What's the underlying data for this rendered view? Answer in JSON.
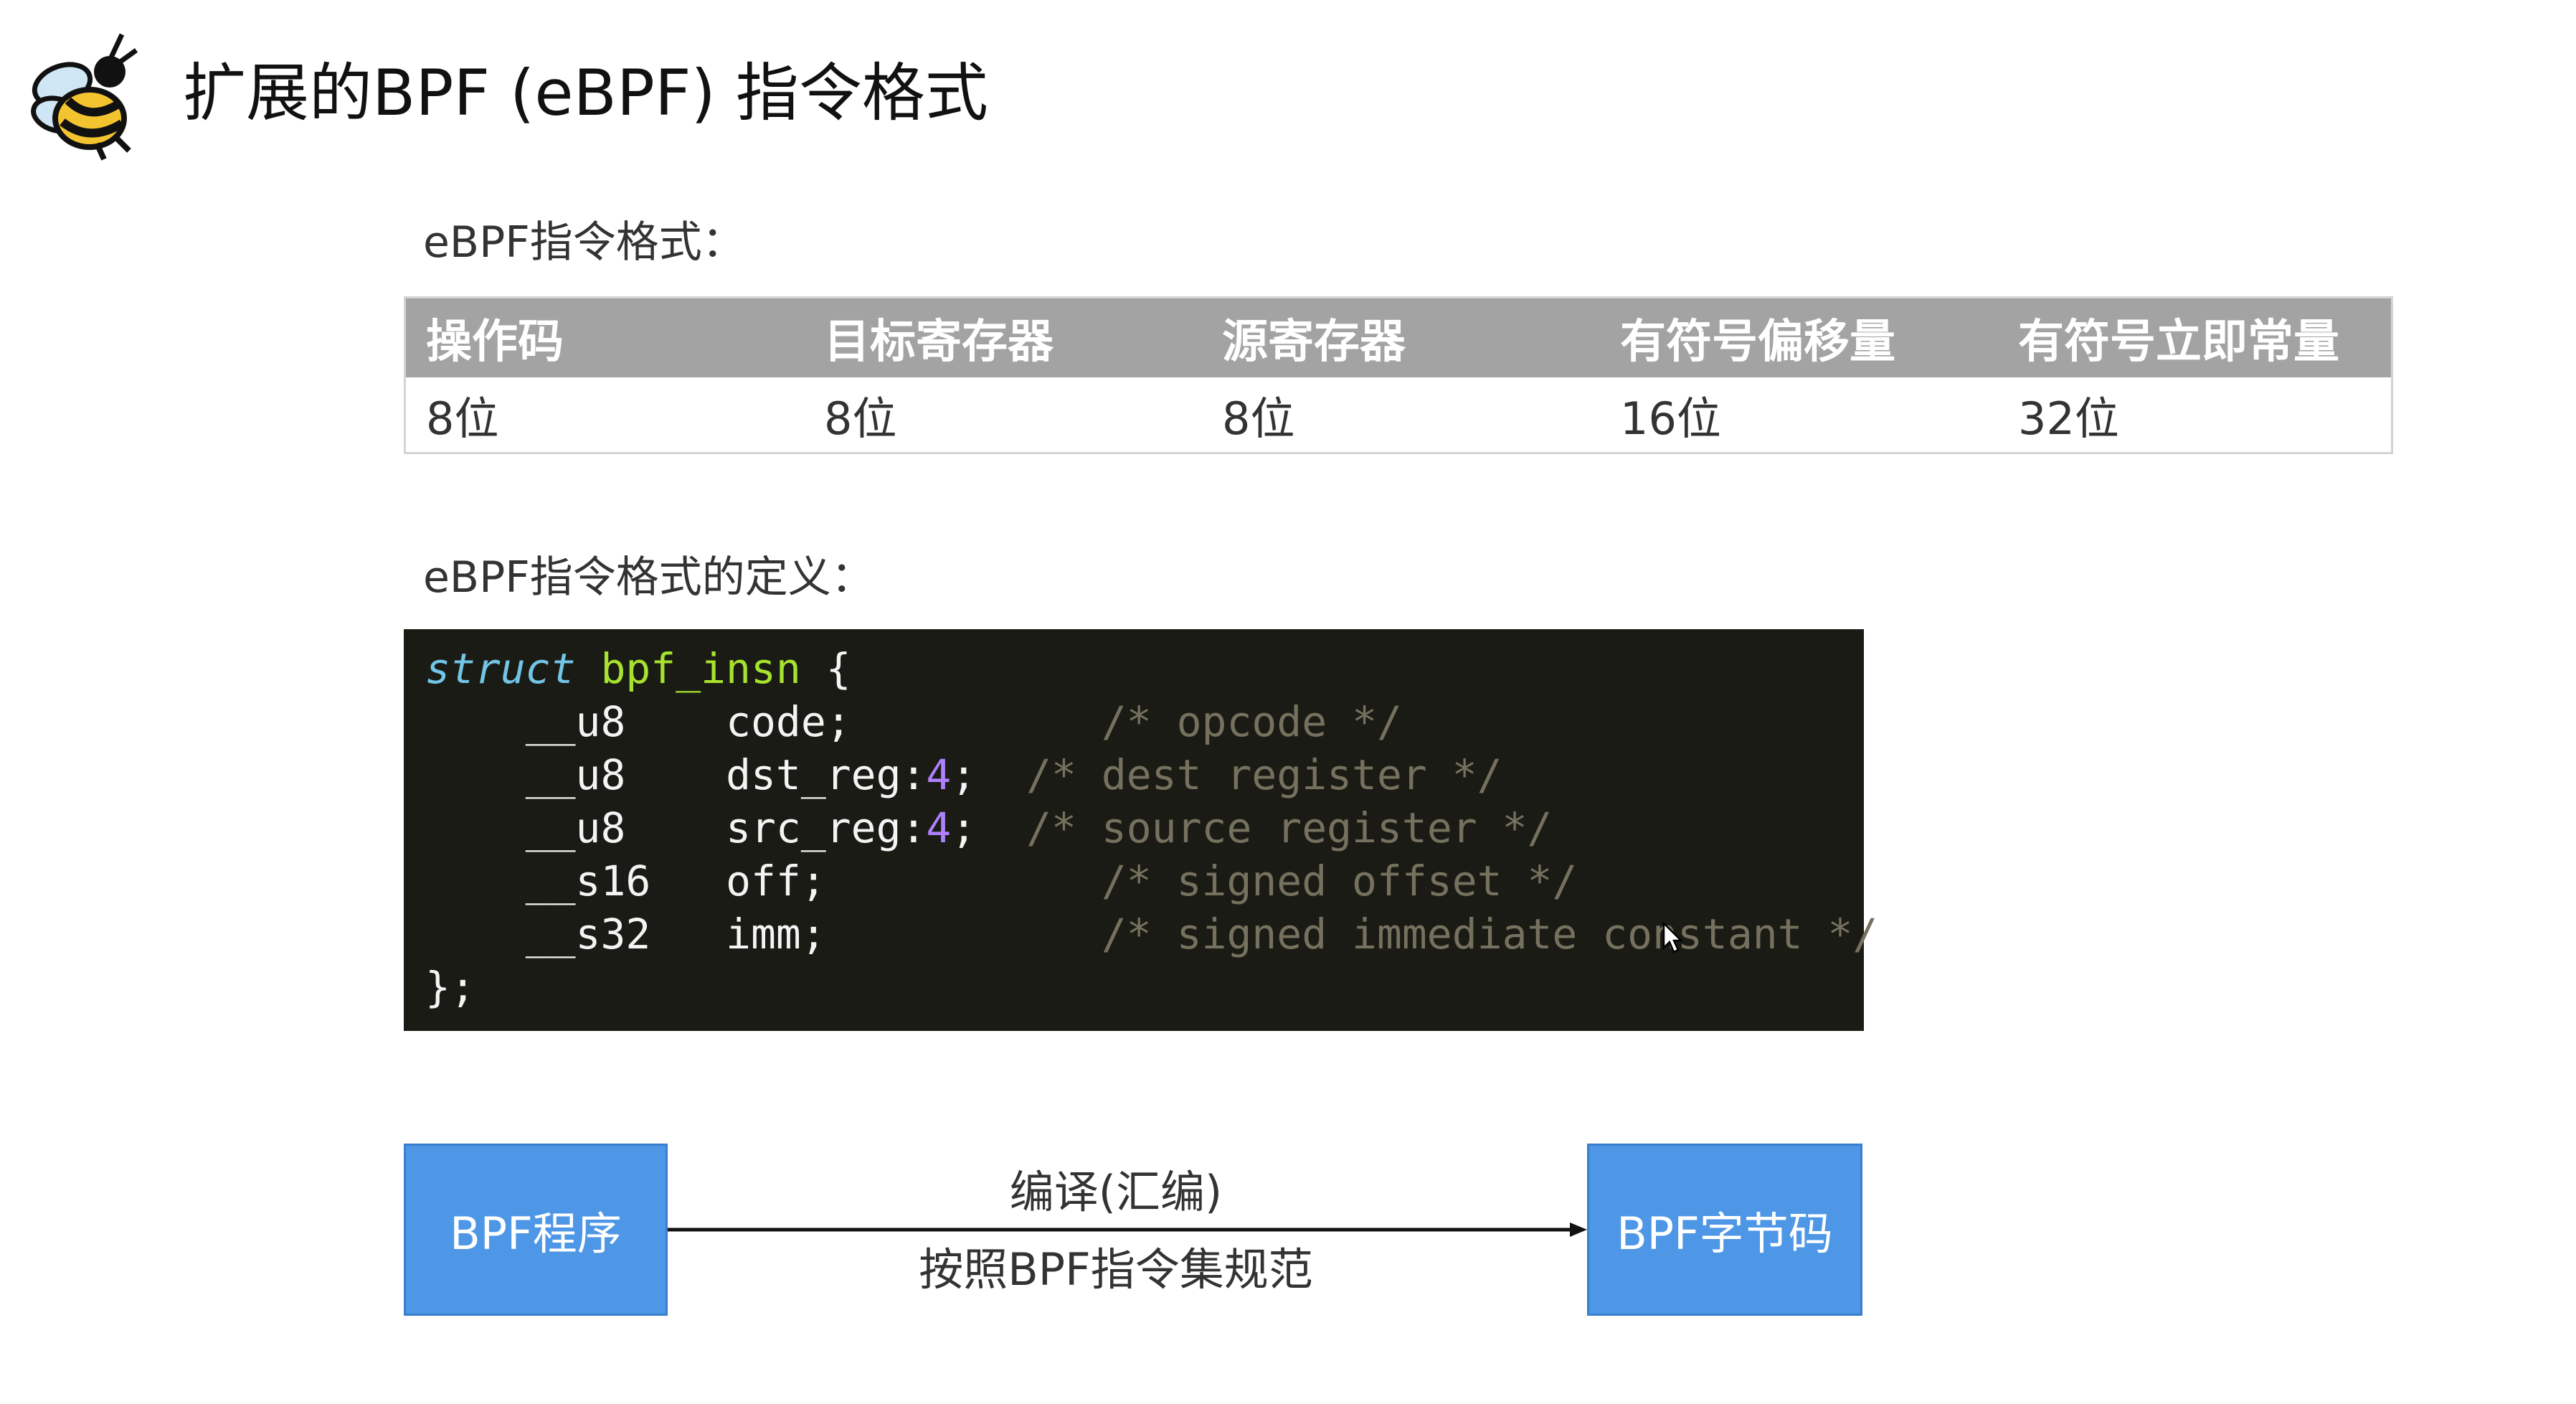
{
  "header": {
    "title": "扩展的BPF (eBPF) 指令格式",
    "logo_icon": "bee-icon"
  },
  "format_section": {
    "label": "eBPF指令格式：",
    "headers": [
      "操作码",
      "目标寄存器",
      "源寄存器",
      "有符号偏移量",
      "有符号立即常量"
    ],
    "values": [
      "8位",
      "8位",
      "8位",
      "16位",
      "32位"
    ],
    "header_color": "#a3a3a3"
  },
  "definition_section": {
    "label": "eBPF指令格式的定义：",
    "code": {
      "line1_keyword": "struct",
      "line1_name": "bpf_insn",
      "line1_brace": " {",
      "fields": [
        {
          "type": "__u8",
          "name": "code;",
          "width": "",
          "comment": "/* opcode */"
        },
        {
          "type": "__u8",
          "name": "dst_reg:",
          "width": "4",
          "comment": "/* dest register */"
        },
        {
          "type": "__u8",
          "name": "src_reg:",
          "width": "4",
          "comment": "/* source register */"
        },
        {
          "type": "__s16",
          "name": "off;",
          "width": "",
          "comment": "/* signed offset */"
        },
        {
          "type": "__s32",
          "name": "imm;",
          "width": "",
          "comment": "/* signed immediate constant */"
        }
      ],
      "closing": "};"
    }
  },
  "diagram": {
    "left_box": "BPF程序",
    "right_box": "BPF字节码",
    "arrow_top": "编译(汇编)",
    "arrow_bottom": "按照BPF指令集规范",
    "box_color": "#4e96e6"
  }
}
